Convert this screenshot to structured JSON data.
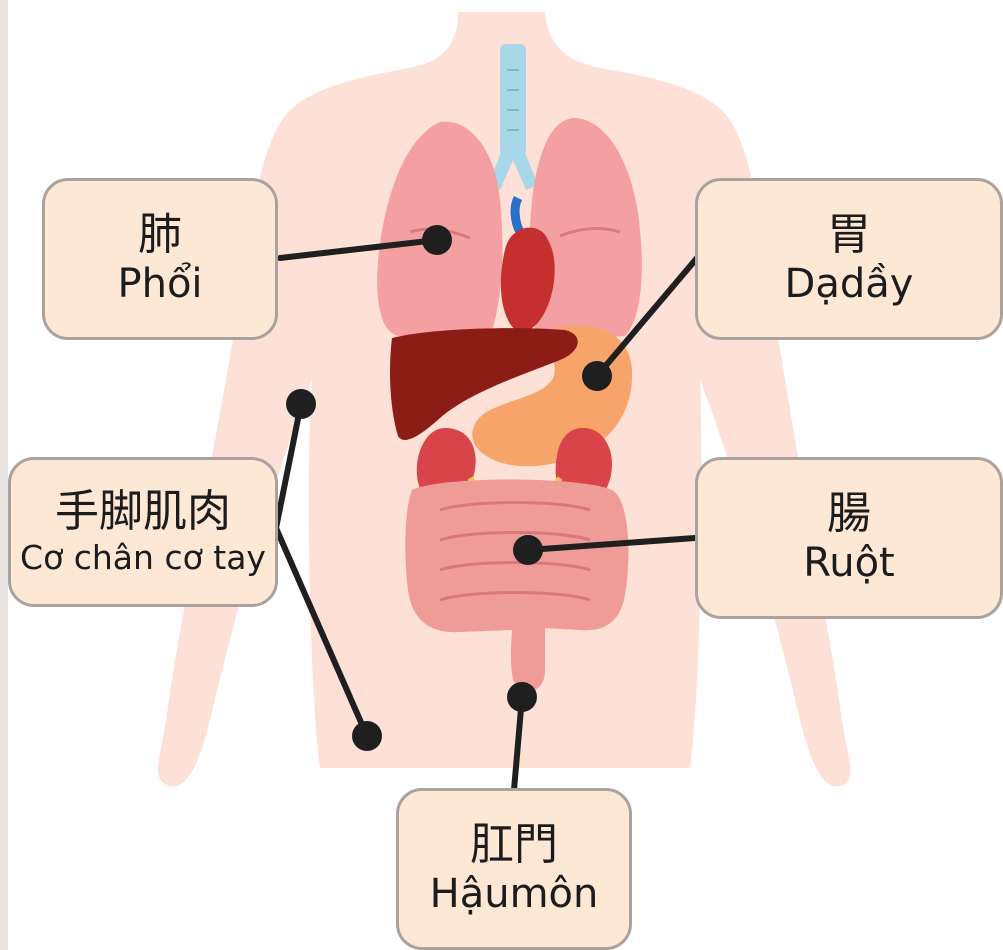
{
  "labels": {
    "lung": {
      "cjk": "肺",
      "vi": "Phổi"
    },
    "stomach": {
      "cjk": "胃",
      "vi": "Dạdầy"
    },
    "limb_muscle": {
      "cjk": "手脚肌肉",
      "vi": "Cơ chân cơ tay"
    },
    "intestine": {
      "cjk": "腸",
      "vi": "Ruột"
    },
    "anus": {
      "cjk": "肛門",
      "vi": "Hậumôn"
    }
  },
  "colors": {
    "body": "#fde0d6",
    "lung": "#f4a0a2",
    "heart": "#c62f30",
    "liver": "#8b1c16",
    "stomach": "#f7a46a",
    "kidney": "#d9434a",
    "intestine": "#ef9c98",
    "trachea": "#a8d8e8",
    "label_fill": "#fde8d5",
    "label_border": "#a9a29e",
    "leader": "#1f1f1f"
  }
}
